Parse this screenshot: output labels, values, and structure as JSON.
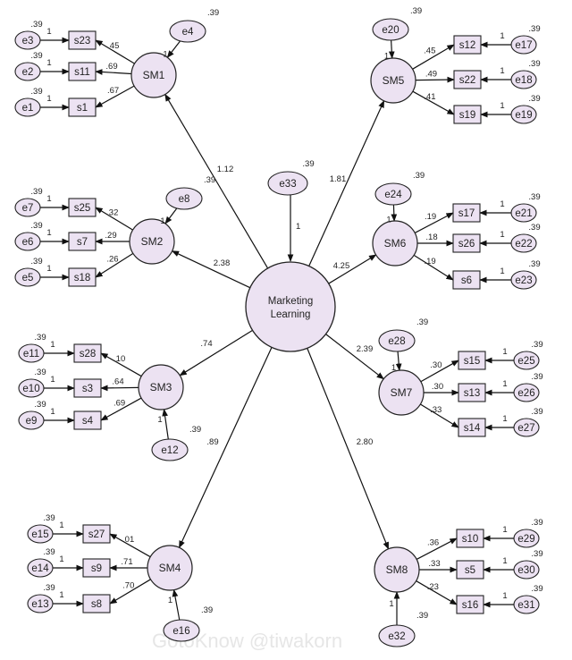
{
  "diagram": {
    "center": {
      "label_line1": "Marketing",
      "label_line2": "Learning",
      "error": "e33",
      "error_var": ".39",
      "error_path": "1"
    },
    "watermark": "GotoKnow @tiwakorn",
    "factors": [
      {
        "name": "SM1",
        "loading": "1.12",
        "error": "e4",
        "error_var": ".39",
        "error_path": "1",
        "items": [
          {
            "name": "s23",
            "loading": ".45",
            "error": "e3",
            "var": ".39",
            "fix": "1"
          },
          {
            "name": "s11",
            "loading": ".69",
            "error": "e2",
            "var": ".39",
            "fix": "1"
          },
          {
            "name": "s1",
            "loading": ".67",
            "error": "e1",
            "var": ".39",
            "fix": "1"
          }
        ]
      },
      {
        "name": "SM2",
        "loading": "2.38",
        "error": "e8",
        "error_var": ".39",
        "error_path": "1",
        "items": [
          {
            "name": "s25",
            "loading": ".32",
            "error": "e7",
            "var": ".39",
            "fix": "1"
          },
          {
            "name": "s7",
            "loading": ".29",
            "error": "e6",
            "var": ".39",
            "fix": "1"
          },
          {
            "name": "s18",
            "loading": ".26",
            "error": "e5",
            "var": ".39",
            "fix": "1"
          }
        ]
      },
      {
        "name": "SM3",
        "loading": ".74",
        "error": "e12",
        "error_var": ".39",
        "error_path": "1",
        "items": [
          {
            "name": "s28",
            "loading": ".10",
            "error": "e11",
            "var": ".39",
            "fix": "1"
          },
          {
            "name": "s3",
            "loading": ".64",
            "error": "e10",
            "var": ".39",
            "fix": "1"
          },
          {
            "name": "s4",
            "loading": ".69",
            "error": "e9",
            "var": ".39",
            "fix": "1"
          }
        ]
      },
      {
        "name": "SM4",
        "loading": ".89",
        "error": "e16",
        "error_var": ".39",
        "error_path": "1",
        "items": [
          {
            "name": "s27",
            "loading": ".01",
            "error": "e15",
            "var": ".39",
            "fix": "1"
          },
          {
            "name": "s9",
            "loading": ".71",
            "error": "e14",
            "var": ".39",
            "fix": "1"
          },
          {
            "name": "s8",
            "loading": ".70",
            "error": "e13",
            "var": ".39",
            "fix": "1"
          }
        ]
      },
      {
        "name": "SM5",
        "loading": "1.81",
        "error": "e20",
        "error_var": ".39",
        "error_path": "1",
        "items": [
          {
            "name": "s12",
            "loading": ".45",
            "error": "e17",
            "var": ".39",
            "fix": "1"
          },
          {
            "name": "s22",
            "loading": ".49",
            "error": "e18",
            "var": ".39",
            "fix": "1"
          },
          {
            "name": "s19",
            "loading": ".41",
            "error": "e19",
            "var": ".39",
            "fix": "1"
          }
        ]
      },
      {
        "name": "SM6",
        "loading": "4.25",
        "error": "e24",
        "error_var": ".39",
        "error_path": "1",
        "items": [
          {
            "name": "s17",
            "loading": ".19",
            "error": "e21",
            "var": ".39",
            "fix": "1"
          },
          {
            "name": "s26",
            "loading": ".18",
            "error": "e22",
            "var": ".39",
            "fix": "1"
          },
          {
            "name": "s6",
            "loading": ".19",
            "error": "e23",
            "var": ".39",
            "fix": "1"
          }
        ]
      },
      {
        "name": "SM7",
        "loading": "2.39",
        "error": "e28",
        "error_var": ".39",
        "error_path": "1",
        "items": [
          {
            "name": "s15",
            "loading": ".30",
            "error": "e25",
            "var": ".39",
            "fix": "1"
          },
          {
            "name": "s13",
            "loading": ".30",
            "error": "e26",
            "var": ".39",
            "fix": "1"
          },
          {
            "name": "s14",
            "loading": ".33",
            "error": "e27",
            "var": ".39",
            "fix": "1"
          }
        ]
      },
      {
        "name": "SM8",
        "loading": "2.80",
        "error": "e32",
        "error_var": ".39",
        "error_path": "1",
        "items": [
          {
            "name": "s10",
            "loading": ".36",
            "error": "e29",
            "var": ".39",
            "fix": "1"
          },
          {
            "name": "s5",
            "loading": ".33",
            "error": "e30",
            "var": ".39",
            "fix": "1"
          },
          {
            "name": "s16",
            "loading": ".23",
            "error": "e31",
            "var": ".39",
            "fix": "1"
          }
        ]
      }
    ]
  }
}
